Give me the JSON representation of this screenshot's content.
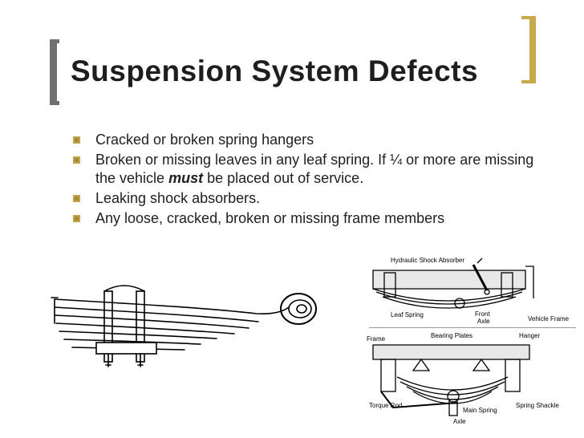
{
  "slide": {
    "title": "Suspension System Defects",
    "bullets": [
      {
        "before": "Cracked or broken spring hangers",
        "emphasis": "",
        "after": ""
      },
      {
        "before": "Broken or missing leaves in any leaf spring. If ¼ or more are missing the vehicle ",
        "emphasis": "must",
        "after": " be placed out of service."
      },
      {
        "before": "Leaking shock absorbers.",
        "emphasis": "",
        "after": ""
      },
      {
        "before": "Any loose, cracked, broken or missing frame members",
        "emphasis": "",
        "after": ""
      }
    ],
    "accent_color": "#c8a94a"
  },
  "diagram_top": {
    "labels": {
      "shock": "Hydraulic Shock Absorber",
      "leaf": "Leaf Spring",
      "front": "Front",
      "axle": "Axle",
      "vframe": "Vehicle Frame"
    }
  },
  "diagram_bottom": {
    "labels": {
      "frame": "Frame",
      "bearing": "Bearing Plates",
      "hanger": "Hanger",
      "torque": "Torque Rod",
      "main": "Main Spring",
      "shackle": "Spring Shackle",
      "axle": "Axle"
    }
  }
}
